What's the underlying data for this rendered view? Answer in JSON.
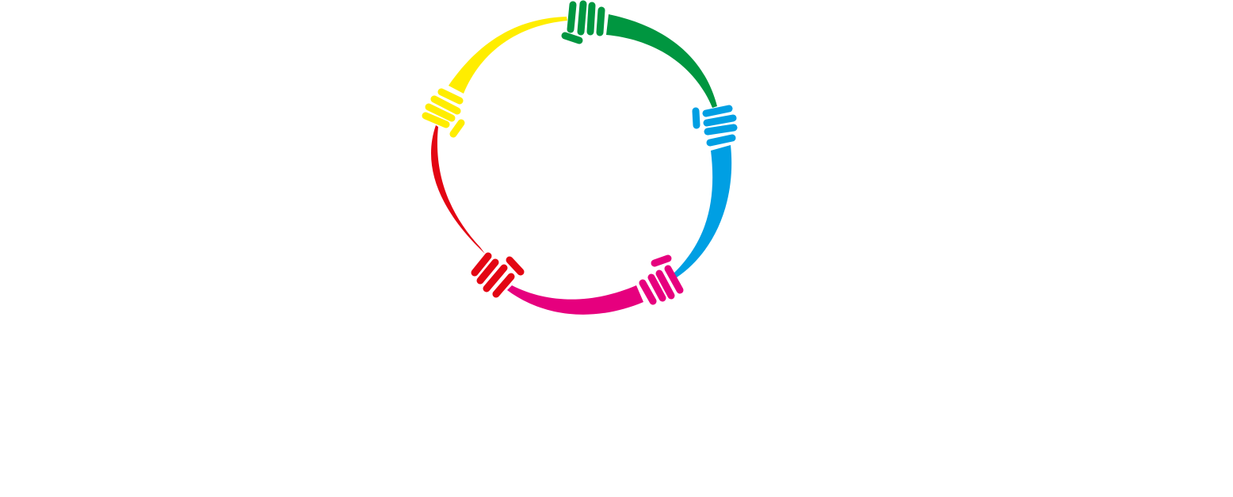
{
  "logo": {
    "name": "circle-of-fists-logo",
    "ring_center_gap": "white",
    "segments": [
      {
        "name": "green",
        "color": "#009640"
      },
      {
        "name": "blue",
        "color": "#009FE3"
      },
      {
        "name": "magenta",
        "color": "#E6007E"
      },
      {
        "name": "red",
        "color": "#E30613"
      },
      {
        "name": "yellow",
        "color": "#FFED00"
      }
    ]
  },
  "background": "#FFFFFF"
}
